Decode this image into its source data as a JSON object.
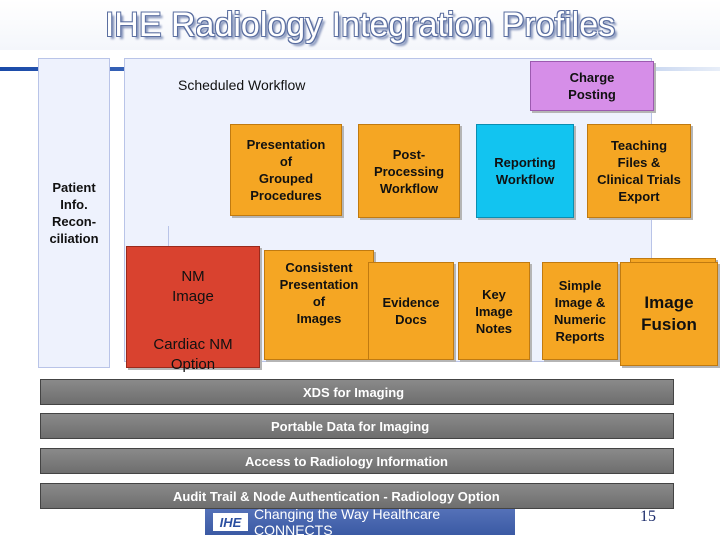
{
  "title": "IHE Radiology Integration Profiles",
  "profiles": {
    "scheduled_workflow": "Scheduled Workflow",
    "charge_posting": "Charge\nPosting",
    "patient_info": "Patient\nInfo.\nRecon-\nciliation",
    "presentation_grouped": "Presentation\nof\nGrouped\nProcedures",
    "post_processing": "Post-\nProcessing\nWorkflow",
    "reporting_workflow": "Reporting\nWorkflow",
    "teaching_files": "Teaching\nFiles &\nClinical Trials\nExport",
    "nm_image": "NM\nImage",
    "cardiac_nm": "Cardiac NM\nOption",
    "consistent_presentation": "Consistent\nPresentation\nof\nImages",
    "evidence_docs": "Evidence\nDocs",
    "key_image_notes": "Key\nImage\nNotes",
    "simple_image": "Simple\nImage &\nNumeric\nReports",
    "image_fusion": "Image\nFusion"
  },
  "bars": {
    "xds": "XDS for Imaging",
    "portable": "Portable Data for Imaging",
    "access": "Access to Radiology Information",
    "audit": "Audit Trail & Node Authentication - Radiology Option"
  },
  "footer": {
    "logo_text": "IHE",
    "tagline": "Changing the Way Healthcare CONNECTS"
  },
  "page_number": "15",
  "colors": {
    "title": "#ffffff",
    "orange": "#f5a623",
    "red": "#d9422f",
    "cyan": "#12c4f0",
    "purple": "#d68ee8",
    "pale": "#eef2fd",
    "bar_gray": "#7a7a7a"
  }
}
